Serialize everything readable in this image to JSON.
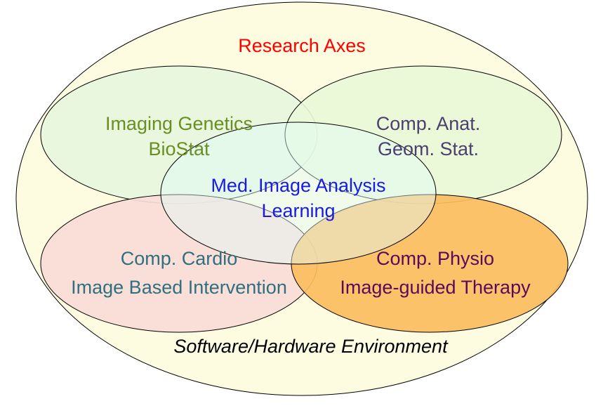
{
  "diagram": {
    "title": "Research Axes",
    "environment": "Software/Hardware Environment",
    "axes": [
      {
        "lines": [
          "Imaging Genetics",
          "BioStat"
        ],
        "fill": "#e8f7e0"
      },
      {
        "lines": [
          "Comp. Anat.",
          "Geom. Stat."
        ],
        "fill": "#ecf9dc"
      },
      {
        "lines": [
          "Med. Image Analysis",
          "Learning"
        ],
        "fill": "#e4fbf7"
      },
      {
        "lines": [
          "Comp. Cardio",
          "Image Based Intervention"
        ],
        "fill": "#f8dcd8"
      },
      {
        "lines": [
          "Comp. Physio",
          "Image-guided Therapy"
        ],
        "fill": "#fbbf63"
      }
    ],
    "outer_fill": "#fefce0",
    "title_color": "#ff0000"
  }
}
